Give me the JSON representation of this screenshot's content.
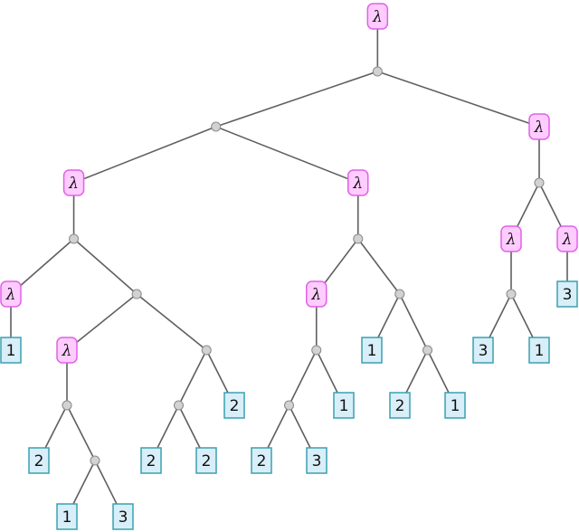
{
  "tree": {
    "type": "lambda",
    "label": "λ",
    "children": [
      {
        "type": "app",
        "children": [
          {
            "type": "app",
            "children": [
              {
                "type": "lambda",
                "label": "λ",
                "children": [
                  {
                    "type": "app",
                    "children": [
                      {
                        "type": "lambda",
                        "label": "λ",
                        "children": [
                          {
                            "type": "var",
                            "label": "1"
                          }
                        ]
                      },
                      {
                        "type": "app",
                        "children": [
                          {
                            "type": "lambda",
                            "label": "λ",
                            "children": [
                              {
                                "type": "app",
                                "children": [
                                  {
                                    "type": "var",
                                    "label": "2"
                                  },
                                  {
                                    "type": "app",
                                    "children": [
                                      {
                                        "type": "var",
                                        "label": "1"
                                      },
                                      {
                                        "type": "var",
                                        "label": "3"
                                      }
                                    ]
                                  }
                                ]
                              }
                            ]
                          },
                          {
                            "type": "app",
                            "children": [
                              {
                                "type": "app",
                                "children": [
                                  {
                                    "type": "var",
                                    "label": "2"
                                  },
                                  {
                                    "type": "var",
                                    "label": "2"
                                  }
                                ]
                              },
                              {
                                "type": "var",
                                "label": "2"
                              }
                            ]
                          }
                        ]
                      }
                    ]
                  }
                ]
              },
              {
                "type": "lambda",
                "label": "λ",
                "children": [
                  {
                    "type": "app",
                    "children": [
                      {
                        "type": "lambda",
                        "label": "λ",
                        "children": [
                          {
                            "type": "app",
                            "children": [
                              {
                                "type": "app",
                                "children": [
                                  {
                                    "type": "var",
                                    "label": "2"
                                  },
                                  {
                                    "type": "var",
                                    "label": "3"
                                  }
                                ]
                              },
                              {
                                "type": "var",
                                "label": "1"
                              }
                            ]
                          }
                        ]
                      },
                      {
                        "type": "app",
                        "children": [
                          {
                            "type": "var",
                            "label": "1"
                          },
                          {
                            "type": "app",
                            "children": [
                              {
                                "type": "var",
                                "label": "2"
                              },
                              {
                                "type": "var",
                                "label": "1"
                              }
                            ]
                          }
                        ]
                      }
                    ]
                  }
                ]
              }
            ]
          },
          {
            "type": "lambda",
            "label": "λ",
            "children": [
              {
                "type": "app",
                "children": [
                  {
                    "type": "lambda",
                    "label": "λ",
                    "children": [
                      {
                        "type": "app",
                        "children": [
                          {
                            "type": "var",
                            "label": "3"
                          },
                          {
                            "type": "var",
                            "label": "1"
                          }
                        ]
                      }
                    ]
                  },
                  {
                    "type": "lambda",
                    "label": "λ",
                    "children": [
                      {
                        "type": "var",
                        "label": "3"
                      }
                    ]
                  }
                ]
              }
            ]
          }
        ]
      }
    ]
  }
}
